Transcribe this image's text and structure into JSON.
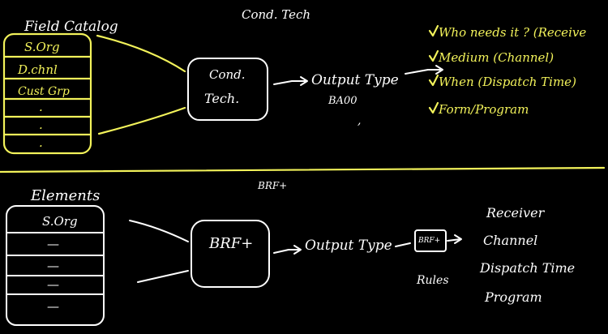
{
  "top": {
    "heading": "Cond. Tech",
    "catalog": {
      "title": "Field Catalog",
      "items": [
        "S.Org",
        "D.chnl",
        "Cust Grp",
        ".",
        ".",
        "."
      ]
    },
    "process_box": {
      "line1": "Cond.",
      "line2": "Tech."
    },
    "output": {
      "label": "Output Type",
      "code": "BA00",
      "mark": ","
    },
    "checklist": [
      "Who needs it ? (Receive",
      "Medium (Channel)",
      "When (Dispatch Time)",
      "Form/Program"
    ]
  },
  "bottom": {
    "heading": "BRF+",
    "elements": {
      "title": "Elements",
      "items": [
        "S.Org",
        "—",
        "—",
        "—",
        "—"
      ]
    },
    "process_box": {
      "label": "BRF+"
    },
    "output": {
      "label": "Output Type"
    },
    "brf_box": {
      "label": "BRF+",
      "caption": "Rules"
    },
    "results": [
      "Receiver",
      "Channel",
      "Dispatch Time",
      "Program"
    ]
  }
}
